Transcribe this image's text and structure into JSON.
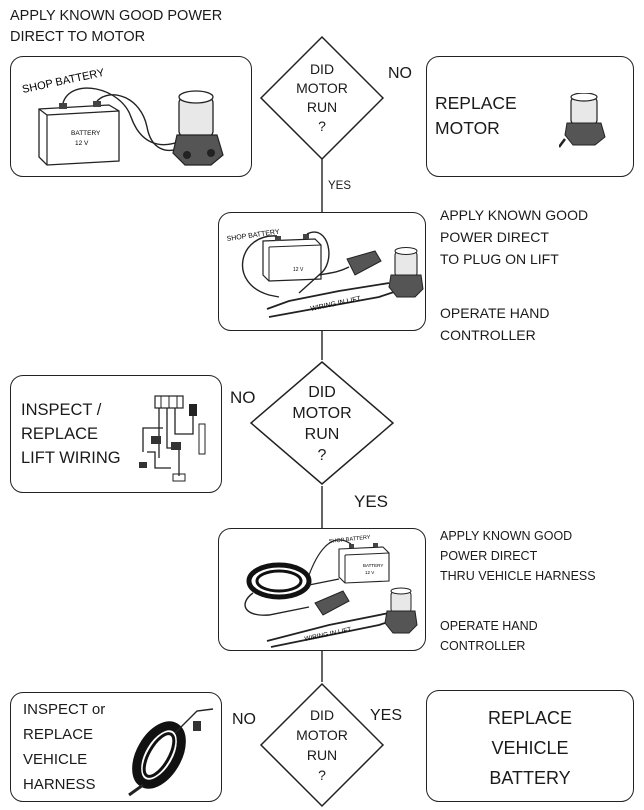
{
  "top_instruction": "APPLY KNOWN GOOD POWER\nDIRECT TO MOTOR",
  "decision1": {
    "lines": [
      "DID",
      "MOTOR",
      "RUN",
      "?"
    ],
    "no_label": "NO",
    "yes_label": "YES"
  },
  "box1": {
    "battery_title": "SHOP BATTERY",
    "battery_label": "BATTERY",
    "battery_volt": "12 V"
  },
  "replace_motor": {
    "text": "REPLACE\nMOTOR"
  },
  "step2": {
    "instruction": "APPLY KNOWN GOOD\nPOWER DIRECT\nTO PLUG ON LIFT",
    "operate": "OPERATE HAND\nCONTROLLER",
    "battery_title": "SHOP BATTERY",
    "battery_volt": "12 V",
    "wiring_label": "WIRING IN LIFT"
  },
  "decision2": {
    "lines": [
      "DID",
      "MOTOR",
      "RUN",
      "?"
    ],
    "no_label": "NO",
    "yes_label": "YES"
  },
  "inspect_wiring": {
    "text": "INSPECT /\nREPLACE\nLIFT WIRING"
  },
  "step3": {
    "instruction": "APPLY KNOWN GOOD\nPOWER DIRECT\nTHRU VEHICLE HARNESS",
    "operate": "OPERATE HAND\nCONTROLLER",
    "battery_title": "SHOP BATTERY",
    "battery_label": "BATTERY",
    "battery_volt": "12 V",
    "wiring_label": "WIRING IN LIFT"
  },
  "decision3": {
    "lines": [
      "DID",
      "MOTOR",
      "RUN",
      "?"
    ],
    "no_label": "NO",
    "yes_label": "YES"
  },
  "inspect_harness": {
    "text": "INSPECT or\nREPLACE\nVEHICLE\nHARNESS"
  },
  "replace_battery": {
    "lines": [
      "REPLACE",
      "VEHICLE",
      "BATTERY"
    ]
  }
}
